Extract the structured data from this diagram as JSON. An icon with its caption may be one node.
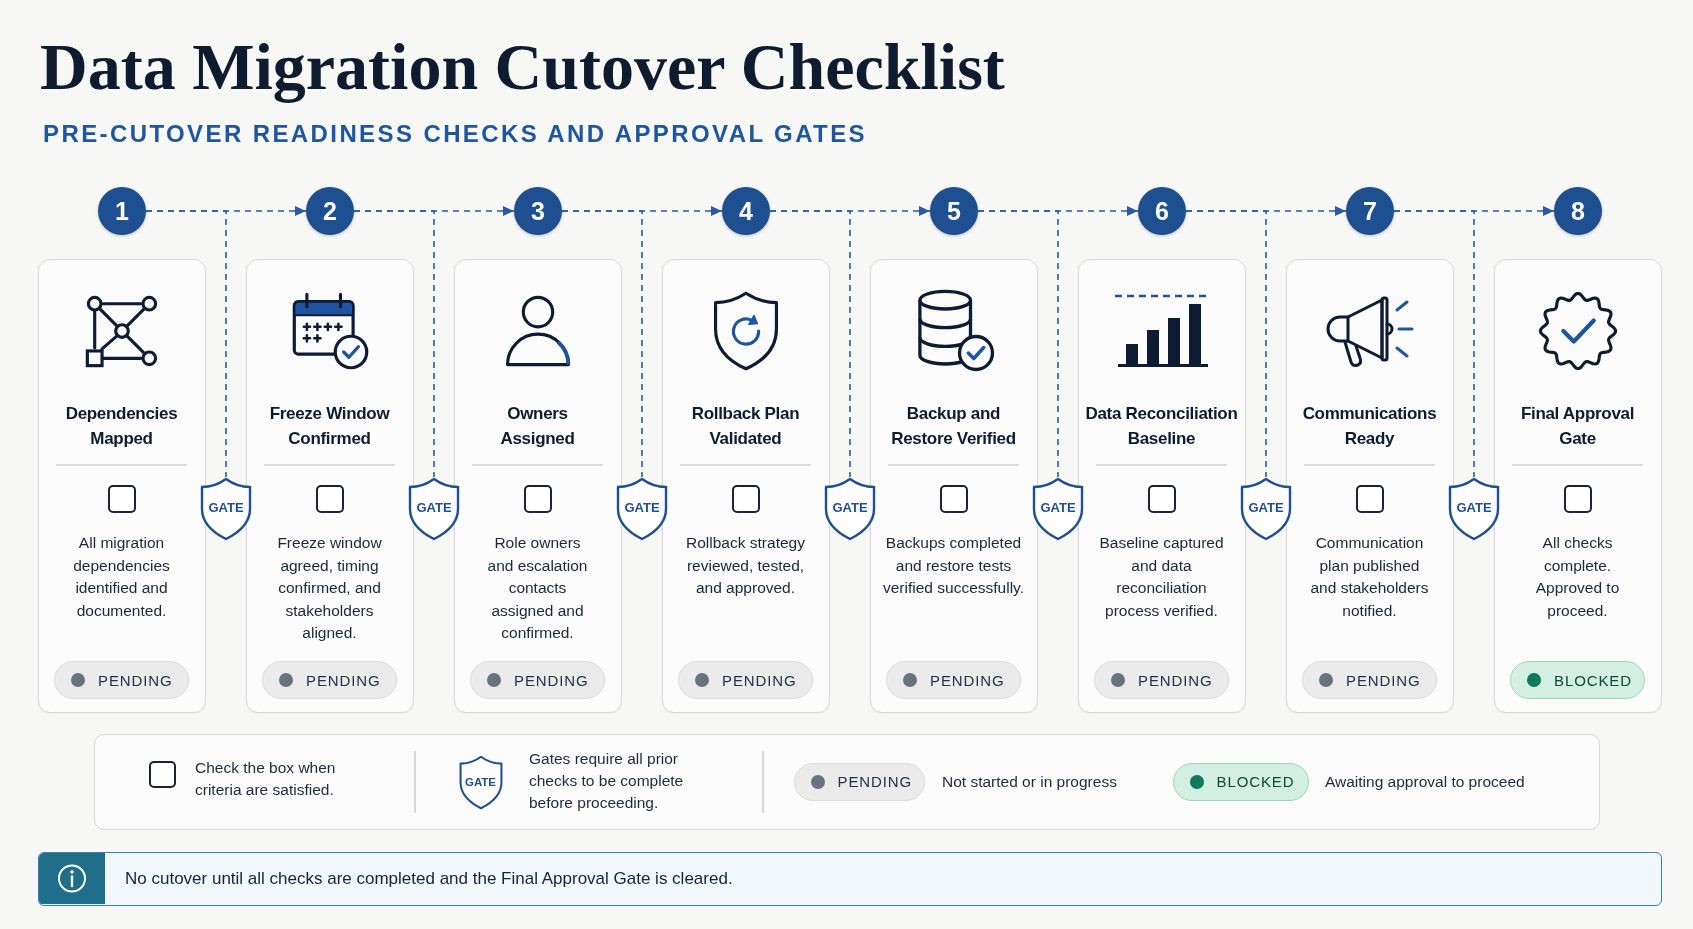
{
  "diagram": {
    "title": "Data Migration Cutover Checklist",
    "nodes": [
      {
        "text": [
          "1"
        ]
      },
      {
        "text": [
          "2"
        ]
      },
      {
        "text": [
          "3"
        ]
      },
      {
        "text": [
          "4"
        ]
      },
      {
        "text": [
          "5"
        ]
      },
      {
        "text": [
          "6"
        ]
      },
      {
        "text": [
          "7"
        ]
      },
      {
        "text": [
          "8"
        ]
      },
      {
        "text": [
          "Dependencies Mapped",
          "All migration dependencies identified and documented."
        ]
      },
      {
        "text": [
          "PENDING"
        ],
        "in": 8
      },
      {
        "text": [
          "GATE"
        ]
      },
      {
        "text": [
          "Freeze Window Confirmed",
          "Freeze window agreed, timing confirmed, and stakeholders aligned."
        ]
      },
      {
        "text": [
          "PENDING"
        ],
        "in": 11
      },
      {
        "text": [
          "GATE"
        ]
      },
      {
        "text": [
          "Owners Assigned",
          "Role owners and escalation contacts assigned and confirmed."
        ]
      },
      {
        "text": [
          "PENDING"
        ],
        "in": 14
      },
      {
        "text": [
          "GATE"
        ]
      },
      {
        "text": [
          "Rollback Plan Validated",
          "Rollback strategy reviewed, tested, and approved."
        ]
      },
      {
        "text": [
          "PENDING"
        ],
        "in": 17
      },
      {
        "text": [
          "GATE"
        ]
      },
      {
        "text": [
          "Backup and Restore Verified",
          "Backups completed and restore tests verified successfully."
        ]
      },
      {
        "text": [
          "PENDING"
        ],
        "in": 20
      },
      {
        "text": [
          "GATE"
        ]
      },
      {
        "text": [
          "Data Reconciliation Baseline",
          "Baseline captured and data reconciliation process verified."
        ]
      },
      {
        "text": [
          "PENDING"
        ],
        "in": 23
      },
      {
        "text": [
          "GATE"
        ]
      },
      {
        "text": [
          "Communications Ready",
          "Communication plan published and stakeholders notified."
        ]
      },
      {
        "text": [
          "PENDING"
        ],
        "in": 26
      },
      {
        "text": [
          "GATE"
        ]
      },
      {
        "text": [
          "Final Approval Gate",
          "All checks complete. Approved to proceed."
        ]
      },
      {
        "text": [
          "BLOCKED"
        ],
        "in": 29
      },
      {
        "text": [
          "GATE"
        ]
      },
      {
        "text": [
          "PENDING"
        ]
      },
      {
        "text": [
          "BLOCKED"
        ]
      },
      {
        "text": [
          "No cutover until all checks are completed and the Final Approval Gate is cleared."
        ]
      }
    ],
    "edges": [
      {
        "from": 0,
        "to": 1,
        "arrow": "to",
        "style": "dashed"
      },
      {
        "from": 0,
        "to": 10,
        "arrow": "none",
        "style": "dashed"
      },
      {
        "from": 1,
        "to": 2,
        "arrow": "to",
        "style": "dashed"
      },
      {
        "from": 1,
        "to": 13,
        "arrow": "none",
        "style": "dashed"
      },
      {
        "from": 2,
        "to": 3,
        "arrow": "to",
        "style": "dashed"
      },
      {
        "from": 2,
        "to": 16,
        "arrow": "none",
        "style": "dashed"
      },
      {
        "from": 3,
        "to": 4,
        "arrow": "to",
        "style": "dashed"
      },
      {
        "from": 3,
        "to": 19,
        "arrow": "none",
        "style": "dashed"
      },
      {
        "from": 4,
        "to": 5,
        "arrow": "to",
        "style": "dashed"
      },
      {
        "from": 4,
        "to": 22,
        "arrow": "none",
        "style": "dashed"
      },
      {
        "from": 5,
        "to": 6,
        "arrow": "to",
        "style": "dashed"
      },
      {
        "from": 5,
        "to": 25,
        "arrow": "none",
        "style": "dashed"
      },
      {
        "from": 6,
        "to": 7,
        "arrow": "to",
        "style": "dashed"
      },
      {
        "from": 6,
        "to": 28,
        "arrow": "none",
        "style": "dashed"
      }
    ],
    "labels": [
      "PRE-CUTOVER READINESS CHECKS AND APPROVAL GATES"
    ],
    "legend": [
      {
        "text": "Check the box when criteria are satisfied."
      },
      {
        "text": "Gates require all prior checks to be complete before proceeding."
      },
      {
        "text": "Not started or in progress"
      },
      {
        "text": "Awaiting approval to proceed"
      }
    ]
  }
}
